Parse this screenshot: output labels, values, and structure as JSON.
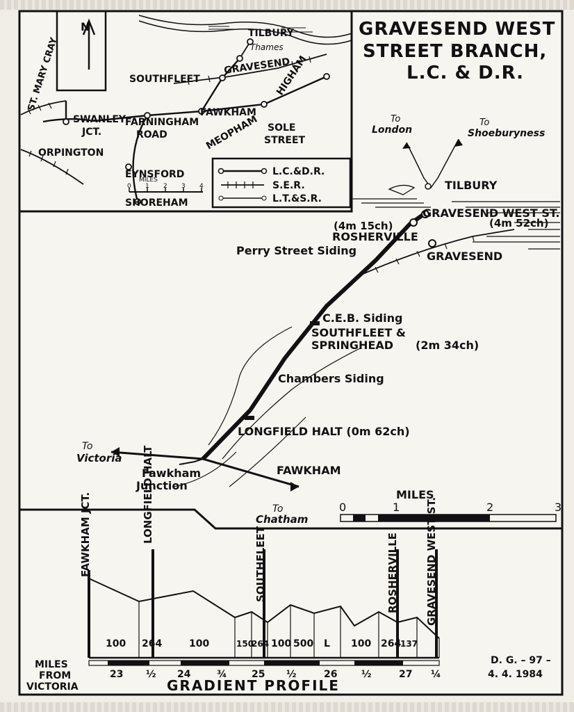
{
  "title": {
    "line1": "GRAVESEND WEST",
    "line2": "STREET BRANCH,",
    "line3": "L.C. & D.R."
  },
  "inset": {
    "places": {
      "tilbury": "TILBURY",
      "thames": "Thames",
      "gravesend": "GRAVESEND",
      "southfleet": "SOUTHFLEET",
      "higham": "HIGHAM",
      "st_mary_cray": "ST. MARY CRAY",
      "swanley": "SWANLEY",
      "swanley_jct": "JCT.",
      "farningham": "FARNINGHAM",
      "farningham_road": "ROAD",
      "fawkham": "FAWKHAM",
      "meopham": "MEOPHAM",
      "sole": "SOLE",
      "sole_street": "STREET",
      "orpington": "ORPINGTON",
      "eynsford": "EYNSFORD",
      "shoreham": "SHOREHAM"
    },
    "north": "N",
    "scale": {
      "label": "MILES",
      "ticks": [
        "0",
        "1",
        "2",
        "3",
        "4"
      ]
    },
    "legend": [
      "L.C.&D.R.",
      "S.E.R.",
      "L.T.&S.R."
    ]
  },
  "main": {
    "to_london": "To",
    "london": "London",
    "to_shoeburyness": "To",
    "shoeburyness": "Shoeburyness",
    "tilbury": "TILBURY",
    "gravesend_west": "GRAVESEND WEST ST.",
    "gravesend_west_dist": "(4m 52ch)",
    "rosherville": "ROSHERVILLE",
    "rosherville_dist": "(4m 15ch)",
    "perry_street": "Perry Street Siding",
    "gravesend": "GRAVESEND",
    "ceb_siding": "C.E.B. Siding",
    "southfleet1": "SOUTHFLEET &",
    "southfleet2": "SPRINGHEAD",
    "southfleet_dist": "(2m 34ch)",
    "chambers": "Chambers Siding",
    "longfield": "LONGFIELD HALT (0m 62ch)",
    "to_victoria": "To",
    "victoria": "Victoria",
    "fawkham_junction1": "Fawkham",
    "fawkham_junction2": "Junction",
    "fawkham": "FAWKHAM",
    "to_chatham": "To",
    "chatham": "Chatham",
    "scale": {
      "label": "MILES",
      "ticks": [
        "0",
        "1",
        "2",
        "3"
      ]
    }
  },
  "profile": {
    "stations": [
      "FAWKHAM JCT.",
      "LONGFIELD HALT",
      "SOUTHFLEET",
      "ROSHERVILLE",
      "GRAVESEND WEST ST."
    ],
    "gradients": [
      "100",
      "264",
      "100",
      "150",
      "264",
      "100",
      "500",
      "L",
      "100",
      "264",
      "137"
    ],
    "miles_label1": "MILES",
    "miles_label2": "FROM",
    "miles_label3": "VICTORIA",
    "miles": [
      "23",
      "½",
      "24",
      "¾",
      "25",
      "½",
      "26",
      "½",
      "27",
      "¼"
    ],
    "title": "GRADIENT PROFILE",
    "credit1": "D. G. – 97 –",
    "credit2": "4. 4. 1984"
  },
  "colors": {
    "ink": "#111111",
    "paper": "#f1eee8"
  }
}
